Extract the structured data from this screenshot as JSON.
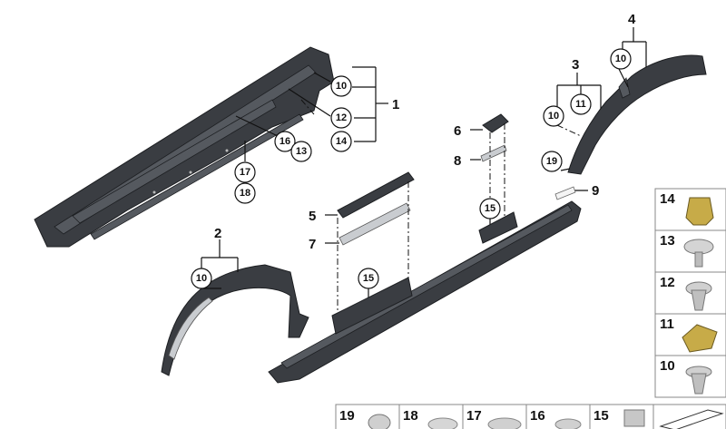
{
  "callouts": {
    "c1": "1",
    "c2": "2",
    "c3": "3",
    "c4": "4",
    "c5": "5",
    "c6": "6",
    "c7": "7",
    "c8": "8",
    "c9": "9"
  },
  "circles": {
    "a10": "10",
    "a12": "12",
    "a14": "14",
    "a16": "16",
    "a13": "13",
    "a17": "17",
    "a18": "18",
    "b10": "10",
    "c10": "10",
    "c11": "11",
    "d10": "10",
    "e19": "19",
    "f15": "15",
    "g15": "15"
  },
  "legend_side": [
    "14",
    "13",
    "12",
    "11",
    "10"
  ],
  "legend_bottom": [
    "19",
    "18",
    "17",
    "16",
    "15"
  ]
}
